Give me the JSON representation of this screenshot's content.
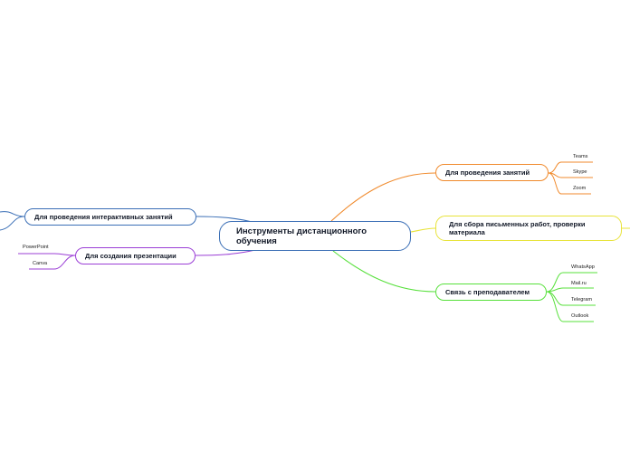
{
  "central": {
    "label": "Инструменты дистанционного обучения"
  },
  "branches": {
    "meetings": {
      "label": "Для проведения занятий",
      "color": "#f08a2c",
      "leaves": [
        "Teams",
        "Skype",
        "Zoom"
      ]
    },
    "written": {
      "label": "Для сбора письменных работ, проверки материала",
      "color": "#e8e33a"
    },
    "contact": {
      "label": "Связь с преподавателем",
      "color": "#57e03b",
      "leaves": [
        "WhatsApp",
        "Mail.ru",
        "Telegram",
        "Outlook"
      ]
    },
    "interactive": {
      "label": "Для проведения интерактивных занятий",
      "color": "#3b6fb6"
    },
    "presentation": {
      "label": "Для создания презентации",
      "color": "#9b3fd6",
      "leaves": [
        "PowerPoint",
        "Canva"
      ]
    }
  }
}
